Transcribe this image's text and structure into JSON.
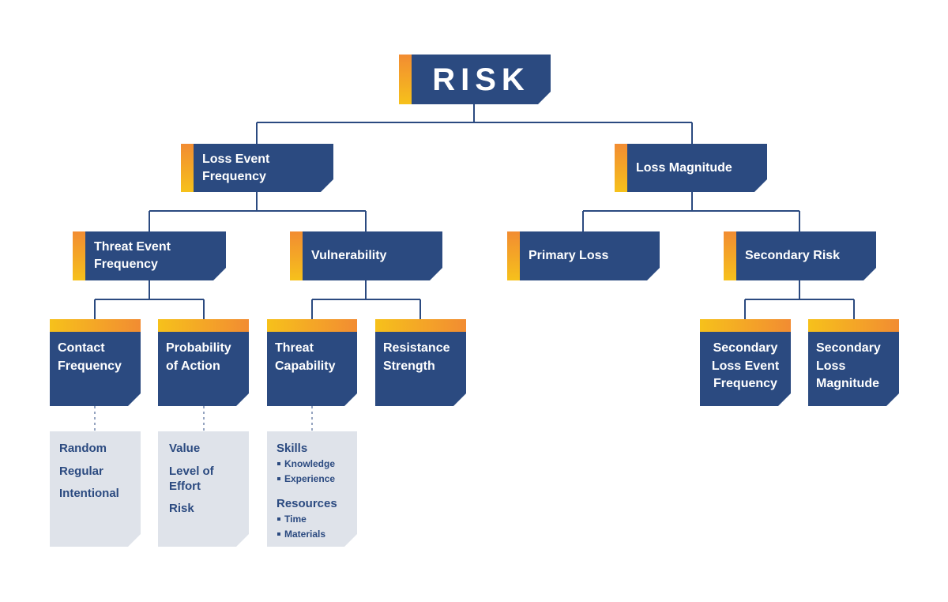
{
  "diagram": {
    "root": {
      "label": "RISK"
    },
    "level1": {
      "loss_event_frequency": "Loss Event\nFrequency",
      "loss_magnitude": "Loss Magnitude"
    },
    "level2": {
      "threat_event_frequency": "Threat Event\nFrequency",
      "vulnerability": "Vulnerability",
      "primary_loss": "Primary Loss",
      "secondary_risk": "Secondary Risk"
    },
    "level3": {
      "contact_frequency": "Contact\nFrequency",
      "probability_of_action": "Probability\nof Action",
      "threat_capability": "Threat\nCapability",
      "resistance_strength": "Resistance\nStrength",
      "secondary_loss_event_frequency": "Secondary\nLoss Event\nFrequency",
      "secondary_loss_magnitude": "Secondary\nLoss\nMagnitude"
    },
    "details": {
      "contact_frequency": [
        "Random",
        "Regular",
        "Intentional"
      ],
      "probability_of_action": [
        "Value",
        "Level of\nEffort",
        "Risk"
      ],
      "threat_capability": [
        {
          "title": "Skills",
          "items": [
            "Knowledge",
            "Experience"
          ]
        },
        {
          "title": "Resources",
          "items": [
            "Time",
            "Materials"
          ]
        }
      ]
    },
    "colors": {
      "box_fill": "#2b4a80",
      "connector": "#2b4a80",
      "accent_orange": "#f28c32",
      "accent_yellow": "#f6c11b",
      "detail_card_fill": "#dfe3ea"
    }
  }
}
